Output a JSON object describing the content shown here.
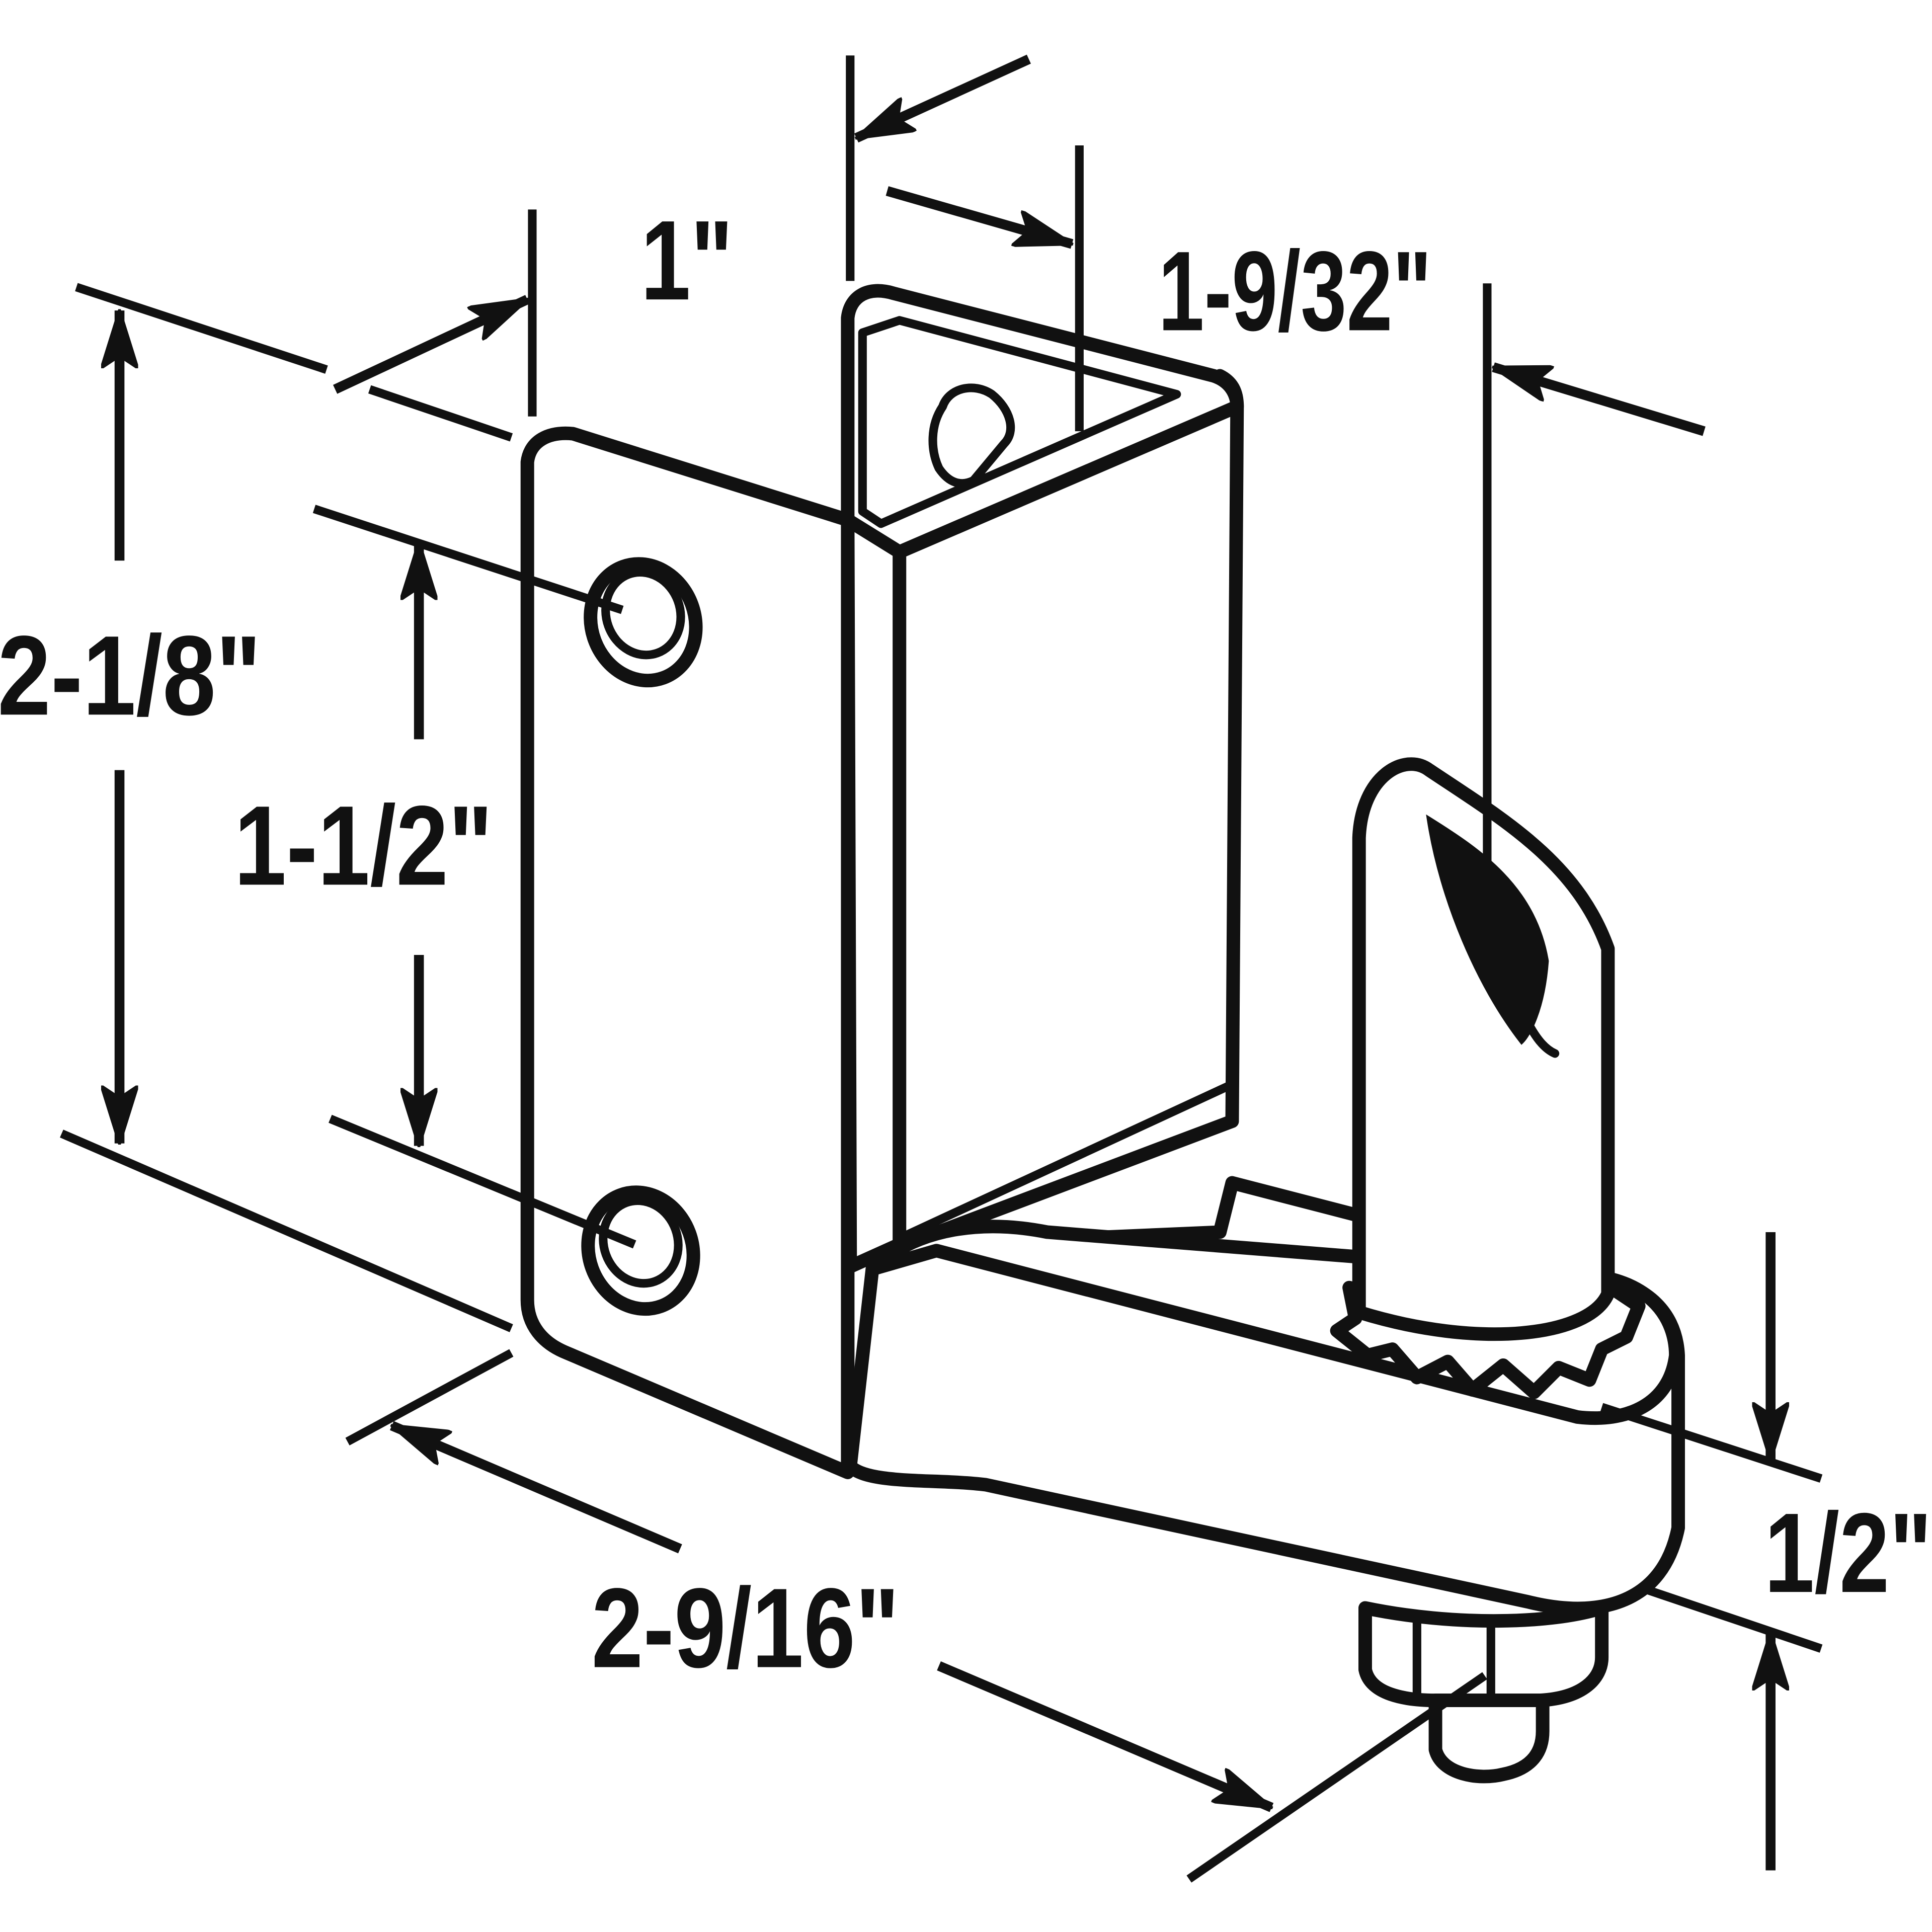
{
  "dimensions": {
    "overall_height": "2-1/8\"",
    "hole_spacing": "1-1/2\"",
    "flange_width": "1\"",
    "pin_offset": "1-9/32\"",
    "overall_length": "2-9/16\"",
    "boss_height": "1/2\""
  },
  "colors": {
    "line": "#111111",
    "background": "#ffffff"
  }
}
